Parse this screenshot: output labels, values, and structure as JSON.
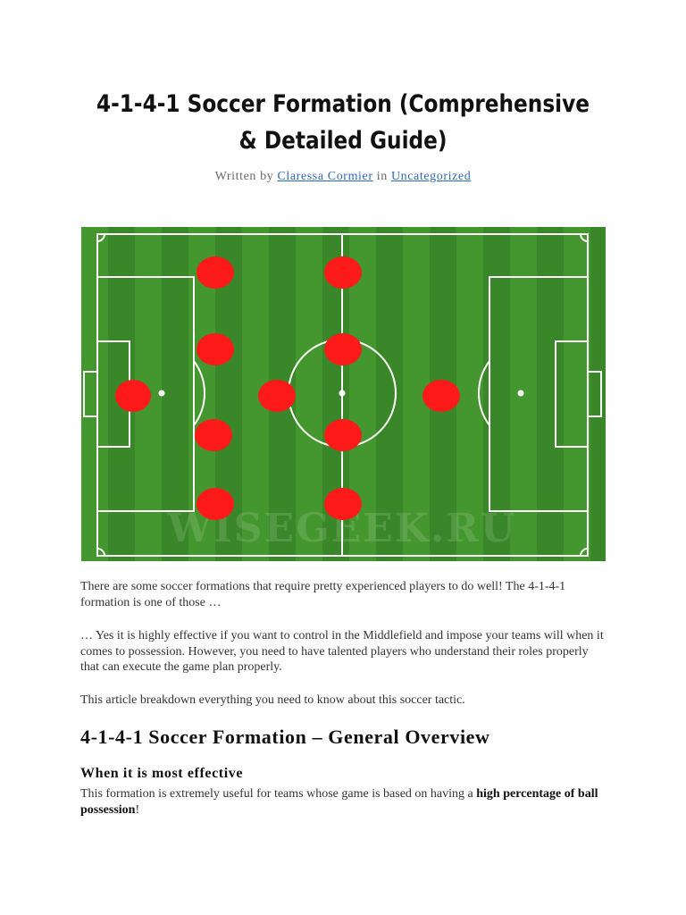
{
  "article": {
    "title": "4-1-4-1 Soccer Formation (Comprehensive & Detailed Guide)",
    "byline": {
      "written_by": "Written by",
      "author": "Claressa Cormier",
      "in": "in",
      "category": "Uncategorized"
    },
    "image": {
      "watermark": "WISEGEEK.RU",
      "pitch_color": "#3e8d2c",
      "player_color": "#ff1a1a"
    },
    "paragraphs": [
      "There are some soccer formations that require pretty experienced players to do well! The 4-1-4-1 formation is one of those …",
      "… Yes it is highly effective if you want to control in the Middlefield and impose your teams will when it comes to possession. However, you need to have talented players who understand their roles properly that can execute the game plan properly.",
      "This article breakdown everything you need to know about this soccer tactic."
    ],
    "section_heading": "4-1-4-1 Soccer Formation – General Overview",
    "subheading": "When it is most effective",
    "effective": {
      "text_before": "This formation is extremely useful for teams whose game is based on having a ",
      "bold": "high percentage of ball possession",
      "text_after": "!"
    }
  }
}
